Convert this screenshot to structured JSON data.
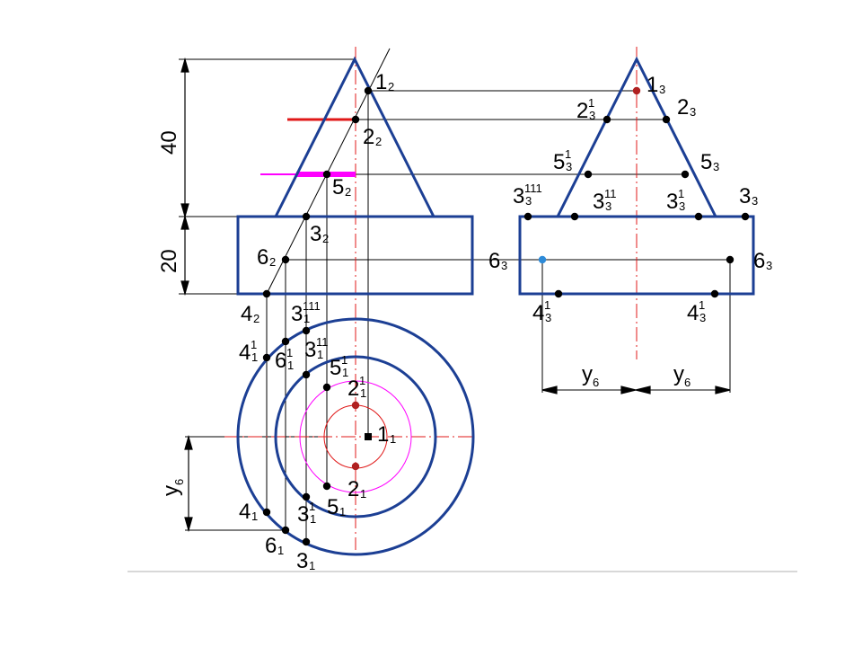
{
  "colors": {
    "outline": "#1c3f94",
    "axis": "#e01818",
    "construction": "#000000",
    "point": "#000000",
    "level2": "#e01818",
    "level5": "#ff00ff",
    "marker6": "#2e8bd8",
    "footer_rule": "#b0b0b0"
  },
  "dimensions": {
    "height_cone": "40",
    "height_cylinder": "20",
    "y6_front": "y",
    "y6_front_sub": "6",
    "y6_side_left": "y",
    "y6_side_left_sub": "6",
    "y6_side_right": "y",
    "y6_side_right_sub": "6"
  },
  "labels": {
    "front": {
      "p1": {
        "main": "1",
        "sub": "2"
      },
      "p2": {
        "main": "2",
        "sub": "2"
      },
      "p5": {
        "main": "5",
        "sub": "2"
      },
      "p3": {
        "main": "3",
        "sub": "2"
      },
      "p6": {
        "main": "6",
        "sub": "2"
      },
      "p4": {
        "main": "4",
        "sub": "2"
      }
    },
    "side": {
      "p1": {
        "main": "1",
        "sub": "3"
      },
      "p2l": {
        "main": "2",
        "sub": "3",
        "sup": "1"
      },
      "p2r": {
        "main": "2",
        "sub": "3"
      },
      "p5l": {
        "main": "5",
        "sub": "3",
        "sup": "1"
      },
      "p5r": {
        "main": "5",
        "sub": "3"
      },
      "p3a": {
        "main": "3",
        "sub": "3",
        "sup": "111"
      },
      "p3b": {
        "main": "3",
        "sub": "3",
        "sup": "11"
      },
      "p3c": {
        "main": "3",
        "sub": "3",
        "sup": "1"
      },
      "p3d": {
        "main": "3",
        "sub": "3"
      },
      "p6l": {
        "main": "6",
        "sub": "3"
      },
      "p6r": {
        "main": "6",
        "sub": "3"
      },
      "p4l": {
        "main": "4",
        "sub": "3",
        "sup": "1"
      },
      "p4r": {
        "main": "4",
        "sub": "3",
        "sup": "1"
      }
    },
    "top": {
      "p3a": {
        "main": "3",
        "sub": "1",
        "sup": "111"
      },
      "p4u": {
        "main": "4",
        "sub": "1",
        "sup": "1"
      },
      "p6u": {
        "main": "6",
        "sub": "1",
        "sup": "1"
      },
      "p3b": {
        "main": "3",
        "sub": "1",
        "sup": "11"
      },
      "p5u": {
        "main": "5",
        "sub": "1",
        "sup": "1"
      },
      "p2u": {
        "main": "2",
        "sub": "1",
        "sup": "1"
      },
      "p1": {
        "main": "1",
        "sub": "1"
      },
      "p2d": {
        "main": "2",
        "sub": "1"
      },
      "p4d": {
        "main": "4",
        "sub": "1"
      },
      "p3c": {
        "main": "3",
        "sub": "1",
        "sup": "1"
      },
      "p5d": {
        "main": "5",
        "sub": "1"
      },
      "p6d": {
        "main": "6",
        "sub": "1"
      },
      "p3d": {
        "main": "3",
        "sub": "1"
      }
    }
  }
}
